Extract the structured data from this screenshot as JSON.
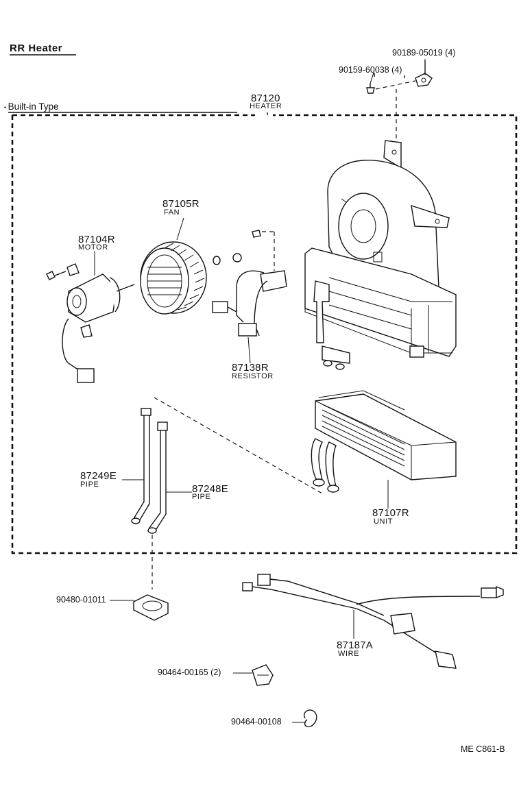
{
  "header": {
    "title": "RR  Heater",
    "variant": "Built-in Type",
    "diagram_code": "ME  C861-B"
  },
  "parts": {
    "p90189": {
      "number": "90189-05019 (4)"
    },
    "p90159": {
      "number": "90159-60038 (4)"
    },
    "p87120": {
      "number": "87120",
      "name": "HEATER"
    },
    "p87105": {
      "number": "87105R",
      "name": "FAN"
    },
    "p87104": {
      "number": "87104R",
      "name": "MOTOR"
    },
    "p87138": {
      "number": "87138R",
      "name": "RESISTOR"
    },
    "p87249": {
      "number": "87249E",
      "name": "PIPE"
    },
    "p87248": {
      "number": "87248E",
      "name": "PIPE"
    },
    "p87107": {
      "number": "87107R",
      "name": "UNIT"
    },
    "p90480": {
      "number": "90480-01011"
    },
    "p87187": {
      "number": "87187A",
      "name": "WIRE"
    },
    "p90464a": {
      "number": "90464-00165 (2)"
    },
    "p90464b": {
      "number": "90464-00108"
    }
  }
}
